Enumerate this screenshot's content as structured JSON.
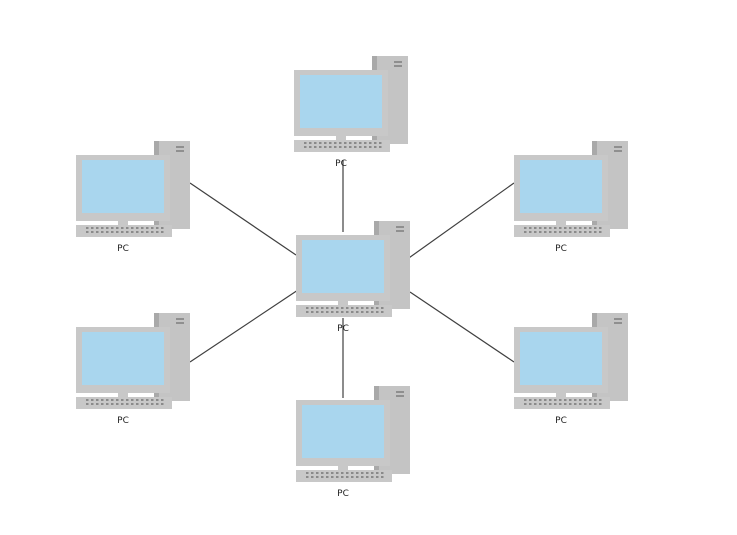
{
  "colors": {
    "case": "#c4c4c4",
    "case_dark": "#a9a9a9",
    "monitor_frame": "#c8c8c8",
    "screen": "#a9d6ee",
    "keyboard": "#c8c8c8",
    "keys": "#8a8a8a",
    "link": "#3f3f3f",
    "label": "#222222"
  },
  "icons": {
    "computer": "desktop-pc-icon"
  },
  "nodes": [
    {
      "id": "center",
      "label": "PC"
    },
    {
      "id": "top",
      "label": "PC"
    },
    {
      "id": "top-left",
      "label": "PC"
    },
    {
      "id": "top-right",
      "label": "PC"
    },
    {
      "id": "bottom-left",
      "label": "PC"
    },
    {
      "id": "bottom-right",
      "label": "PC"
    },
    {
      "id": "bottom",
      "label": "PC"
    }
  ],
  "links": [
    {
      "from": "center",
      "to": "top"
    },
    {
      "from": "center",
      "to": "top-left"
    },
    {
      "from": "center",
      "to": "top-right"
    },
    {
      "from": "center",
      "to": "bottom-left"
    },
    {
      "from": "center",
      "to": "bottom-right"
    },
    {
      "from": "center",
      "to": "bottom"
    }
  ]
}
